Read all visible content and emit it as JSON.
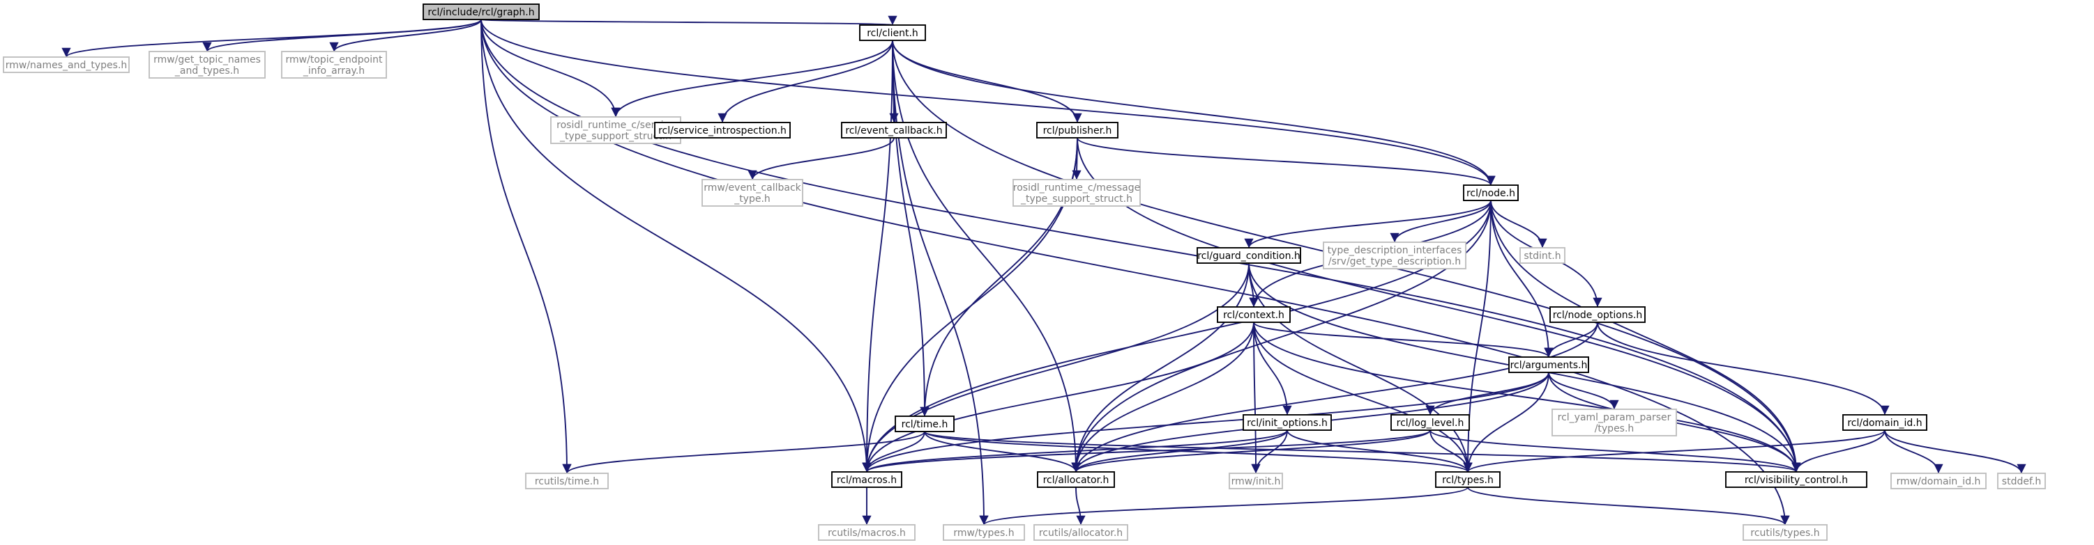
{
  "graph": {
    "colors": {
      "edge": "#191970",
      "root_fill": "#bfbfbf",
      "internal_border": "#000000",
      "external_border": "#bfbfbf",
      "external_text": "#7f7f7f"
    },
    "nodes": [
      {
        "id": "graph_h",
        "kind": "root",
        "lines": [
          "rcl/include/rcl/graph.h"
        ]
      },
      {
        "id": "rmw_names_and_types",
        "kind": "external",
        "lines": [
          "rmw/names_and_types.h"
        ]
      },
      {
        "id": "rmw_get_topic_names",
        "kind": "external",
        "lines": [
          "rmw/get_topic_names",
          "_and_types.h"
        ]
      },
      {
        "id": "rmw_topic_endpoint",
        "kind": "external",
        "lines": [
          "rmw/topic_endpoint",
          "_info_array.h"
        ]
      },
      {
        "id": "client_h",
        "kind": "internal",
        "lines": [
          "rcl/client.h"
        ]
      },
      {
        "id": "rosidl_service",
        "kind": "external",
        "lines": [
          "rosidl_runtime_c/service",
          "_type_support_struct.h"
        ]
      },
      {
        "id": "service_introspection",
        "kind": "internal",
        "lines": [
          "rcl/service_introspection.h"
        ]
      },
      {
        "id": "event_callback",
        "kind": "internal",
        "lines": [
          "rcl/event_callback.h"
        ]
      },
      {
        "id": "publisher_h",
        "kind": "internal",
        "lines": [
          "rcl/publisher.h"
        ]
      },
      {
        "id": "rmw_event_callback",
        "kind": "external",
        "lines": [
          "rmw/event_callback",
          "_type.h"
        ]
      },
      {
        "id": "rosidl_message",
        "kind": "external",
        "lines": [
          "rosidl_runtime_c/message",
          "_type_support_struct.h"
        ]
      },
      {
        "id": "node_h",
        "kind": "internal",
        "lines": [
          "rcl/node.h"
        ]
      },
      {
        "id": "guard_condition",
        "kind": "internal",
        "lines": [
          "rcl/guard_condition.h"
        ]
      },
      {
        "id": "type_description",
        "kind": "external",
        "lines": [
          "type_description_interfaces",
          "/srv/get_type_description.h"
        ]
      },
      {
        "id": "stdint_h",
        "kind": "external",
        "lines": [
          "stdint.h"
        ]
      },
      {
        "id": "context_h",
        "kind": "internal",
        "lines": [
          "rcl/context.h"
        ]
      },
      {
        "id": "node_options",
        "kind": "internal",
        "lines": [
          "rcl/node_options.h"
        ]
      },
      {
        "id": "arguments_h",
        "kind": "internal",
        "lines": [
          "rcl/arguments.h"
        ]
      },
      {
        "id": "init_options",
        "kind": "internal",
        "lines": [
          "rcl/init_options.h"
        ]
      },
      {
        "id": "log_level",
        "kind": "internal",
        "lines": [
          "rcl/log_level.h"
        ]
      },
      {
        "id": "rcl_yaml",
        "kind": "external",
        "lines": [
          "rcl_yaml_param_parser",
          "/types.h"
        ]
      },
      {
        "id": "domain_id",
        "kind": "internal",
        "lines": [
          "rcl/domain_id.h"
        ]
      },
      {
        "id": "time_h",
        "kind": "internal",
        "lines": [
          "rcl/time.h"
        ]
      },
      {
        "id": "rcutils_time",
        "kind": "external",
        "lines": [
          "rcutils/time.h"
        ]
      },
      {
        "id": "macros_h",
        "kind": "internal",
        "lines": [
          "rcl/macros.h"
        ]
      },
      {
        "id": "allocator_h",
        "kind": "internal",
        "lines": [
          "rcl/allocator.h"
        ]
      },
      {
        "id": "rmw_init",
        "kind": "external",
        "lines": [
          "rmw/init.h"
        ]
      },
      {
        "id": "types_h",
        "kind": "internal",
        "lines": [
          "rcl/types.h"
        ]
      },
      {
        "id": "visibility",
        "kind": "internal",
        "lines": [
          "rcl/visibility_control.h"
        ]
      },
      {
        "id": "rmw_domain_id",
        "kind": "external",
        "lines": [
          "rmw/domain_id.h"
        ]
      },
      {
        "id": "stddef_h",
        "kind": "external",
        "lines": [
          "stddef.h"
        ]
      },
      {
        "id": "rcutils_macros",
        "kind": "external",
        "lines": [
          "rcutils/macros.h"
        ]
      },
      {
        "id": "rmw_types",
        "kind": "external",
        "lines": [
          "rmw/types.h"
        ]
      },
      {
        "id": "rcutils_allocator",
        "kind": "external",
        "lines": [
          "rcutils/allocator.h"
        ]
      },
      {
        "id": "rcutils_types",
        "kind": "external",
        "lines": [
          "rcutils/types.h"
        ]
      }
    ],
    "edges": [
      [
        "graph_h",
        "rmw_names_and_types"
      ],
      [
        "graph_h",
        "rmw_get_topic_names"
      ],
      [
        "graph_h",
        "rmw_topic_endpoint"
      ],
      [
        "graph_h",
        "client_h"
      ],
      [
        "graph_h",
        "rosidl_service"
      ],
      [
        "graph_h",
        "node_h"
      ],
      [
        "graph_h",
        "visibility"
      ],
      [
        "graph_h",
        "macros_h"
      ],
      [
        "graph_h",
        "rcutils_time"
      ],
      [
        "graph_h",
        "rcutils_types"
      ],
      [
        "client_h",
        "rosidl_service"
      ],
      [
        "client_h",
        "service_introspection"
      ],
      [
        "client_h",
        "event_callback"
      ],
      [
        "client_h",
        "publisher_h"
      ],
      [
        "client_h",
        "node_h"
      ],
      [
        "client_h",
        "visibility"
      ],
      [
        "client_h",
        "macros_h"
      ],
      [
        "client_h",
        "allocator_h"
      ],
      [
        "client_h",
        "time_h"
      ],
      [
        "client_h",
        "rmw_types"
      ],
      [
        "event_callback",
        "rmw_event_callback"
      ],
      [
        "publisher_h",
        "rosidl_message"
      ],
      [
        "publisher_h",
        "node_h"
      ],
      [
        "publisher_h",
        "visibility"
      ],
      [
        "publisher_h",
        "macros_h"
      ],
      [
        "publisher_h",
        "time_h"
      ],
      [
        "node_h",
        "guard_condition"
      ],
      [
        "node_h",
        "type_description"
      ],
      [
        "node_h",
        "stdint_h"
      ],
      [
        "node_h",
        "context_h"
      ],
      [
        "node_h",
        "node_options"
      ],
      [
        "node_h",
        "arguments_h"
      ],
      [
        "node_h",
        "types_h"
      ],
      [
        "node_h",
        "visibility"
      ],
      [
        "node_h",
        "macros_h"
      ],
      [
        "node_h",
        "allocator_h"
      ],
      [
        "guard_condition",
        "context_h"
      ],
      [
        "guard_condition",
        "types_h"
      ],
      [
        "guard_condition",
        "visibility"
      ],
      [
        "guard_condition",
        "macros_h"
      ],
      [
        "guard_condition",
        "allocator_h"
      ],
      [
        "context_h",
        "arguments_h"
      ],
      [
        "context_h",
        "init_options"
      ],
      [
        "context_h",
        "types_h"
      ],
      [
        "context_h",
        "visibility"
      ],
      [
        "context_h",
        "macros_h"
      ],
      [
        "context_h",
        "allocator_h"
      ],
      [
        "context_h",
        "rmw_init"
      ],
      [
        "node_options",
        "arguments_h"
      ],
      [
        "node_options",
        "domain_id"
      ],
      [
        "node_options",
        "allocator_h"
      ],
      [
        "arguments_h",
        "log_level"
      ],
      [
        "arguments_h",
        "rcl_yaml"
      ],
      [
        "arguments_h",
        "types_h"
      ],
      [
        "arguments_h",
        "visibility"
      ],
      [
        "arguments_h",
        "macros_h"
      ],
      [
        "arguments_h",
        "allocator_h"
      ],
      [
        "init_options",
        "allocator_h"
      ],
      [
        "init_options",
        "types_h"
      ],
      [
        "init_options",
        "rmw_init"
      ],
      [
        "init_options",
        "macros_h"
      ],
      [
        "log_level",
        "types_h"
      ],
      [
        "log_level",
        "visibility"
      ],
      [
        "log_level",
        "macros_h"
      ],
      [
        "log_level",
        "allocator_h"
      ],
      [
        "domain_id",
        "types_h"
      ],
      [
        "domain_id",
        "visibility"
      ],
      [
        "domain_id",
        "rmw_domain_id"
      ],
      [
        "domain_id",
        "stddef_h"
      ],
      [
        "time_h",
        "rcutils_time"
      ],
      [
        "time_h",
        "macros_h"
      ],
      [
        "time_h",
        "allocator_h"
      ],
      [
        "time_h",
        "types_h"
      ],
      [
        "time_h",
        "visibility"
      ],
      [
        "macros_h",
        "rcutils_macros"
      ],
      [
        "allocator_h",
        "rcutils_allocator"
      ],
      [
        "types_h",
        "rmw_types"
      ],
      [
        "types_h",
        "rcutils_types"
      ]
    ]
  }
}
